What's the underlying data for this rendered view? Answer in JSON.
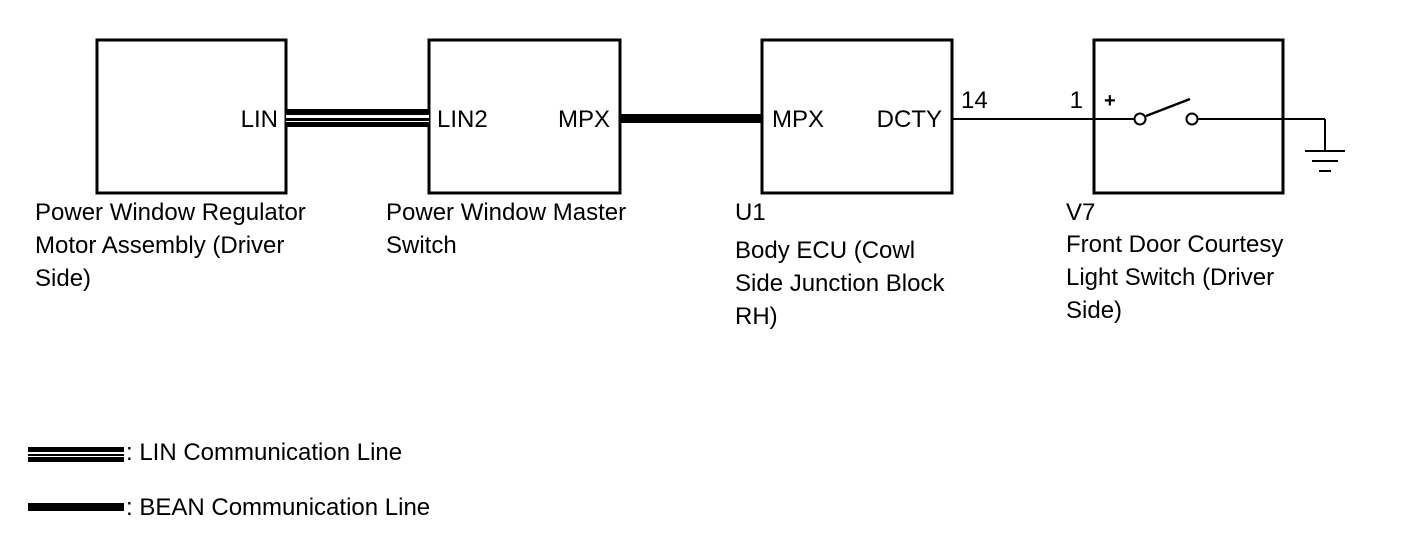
{
  "components": {
    "regulator": {
      "pin": "LIN",
      "caption": "Power Window Regulator\nMotor Assembly (Driver\nSide)"
    },
    "master": {
      "pin_left": "LIN2",
      "pin_right": "MPX",
      "caption": "Power Window Master\nSwitch"
    },
    "body_ecu": {
      "code": "U1",
      "pin_left": "MPX",
      "pin_right": "DCTY",
      "pin_number": "14",
      "caption": "Body ECU (Cowl\nSide Junction Block\nRH)"
    },
    "courtesy": {
      "code": "V7",
      "pin_number": "1",
      "polarity": "+",
      "caption": "Front Door Courtesy\nLight Switch (Driver\nSide)"
    }
  },
  "legend": {
    "lin": ": LIN Communication Line",
    "bean": ": BEAN Communication Line"
  },
  "colors": {
    "line": "#000000",
    "background": "#ffffff"
  }
}
